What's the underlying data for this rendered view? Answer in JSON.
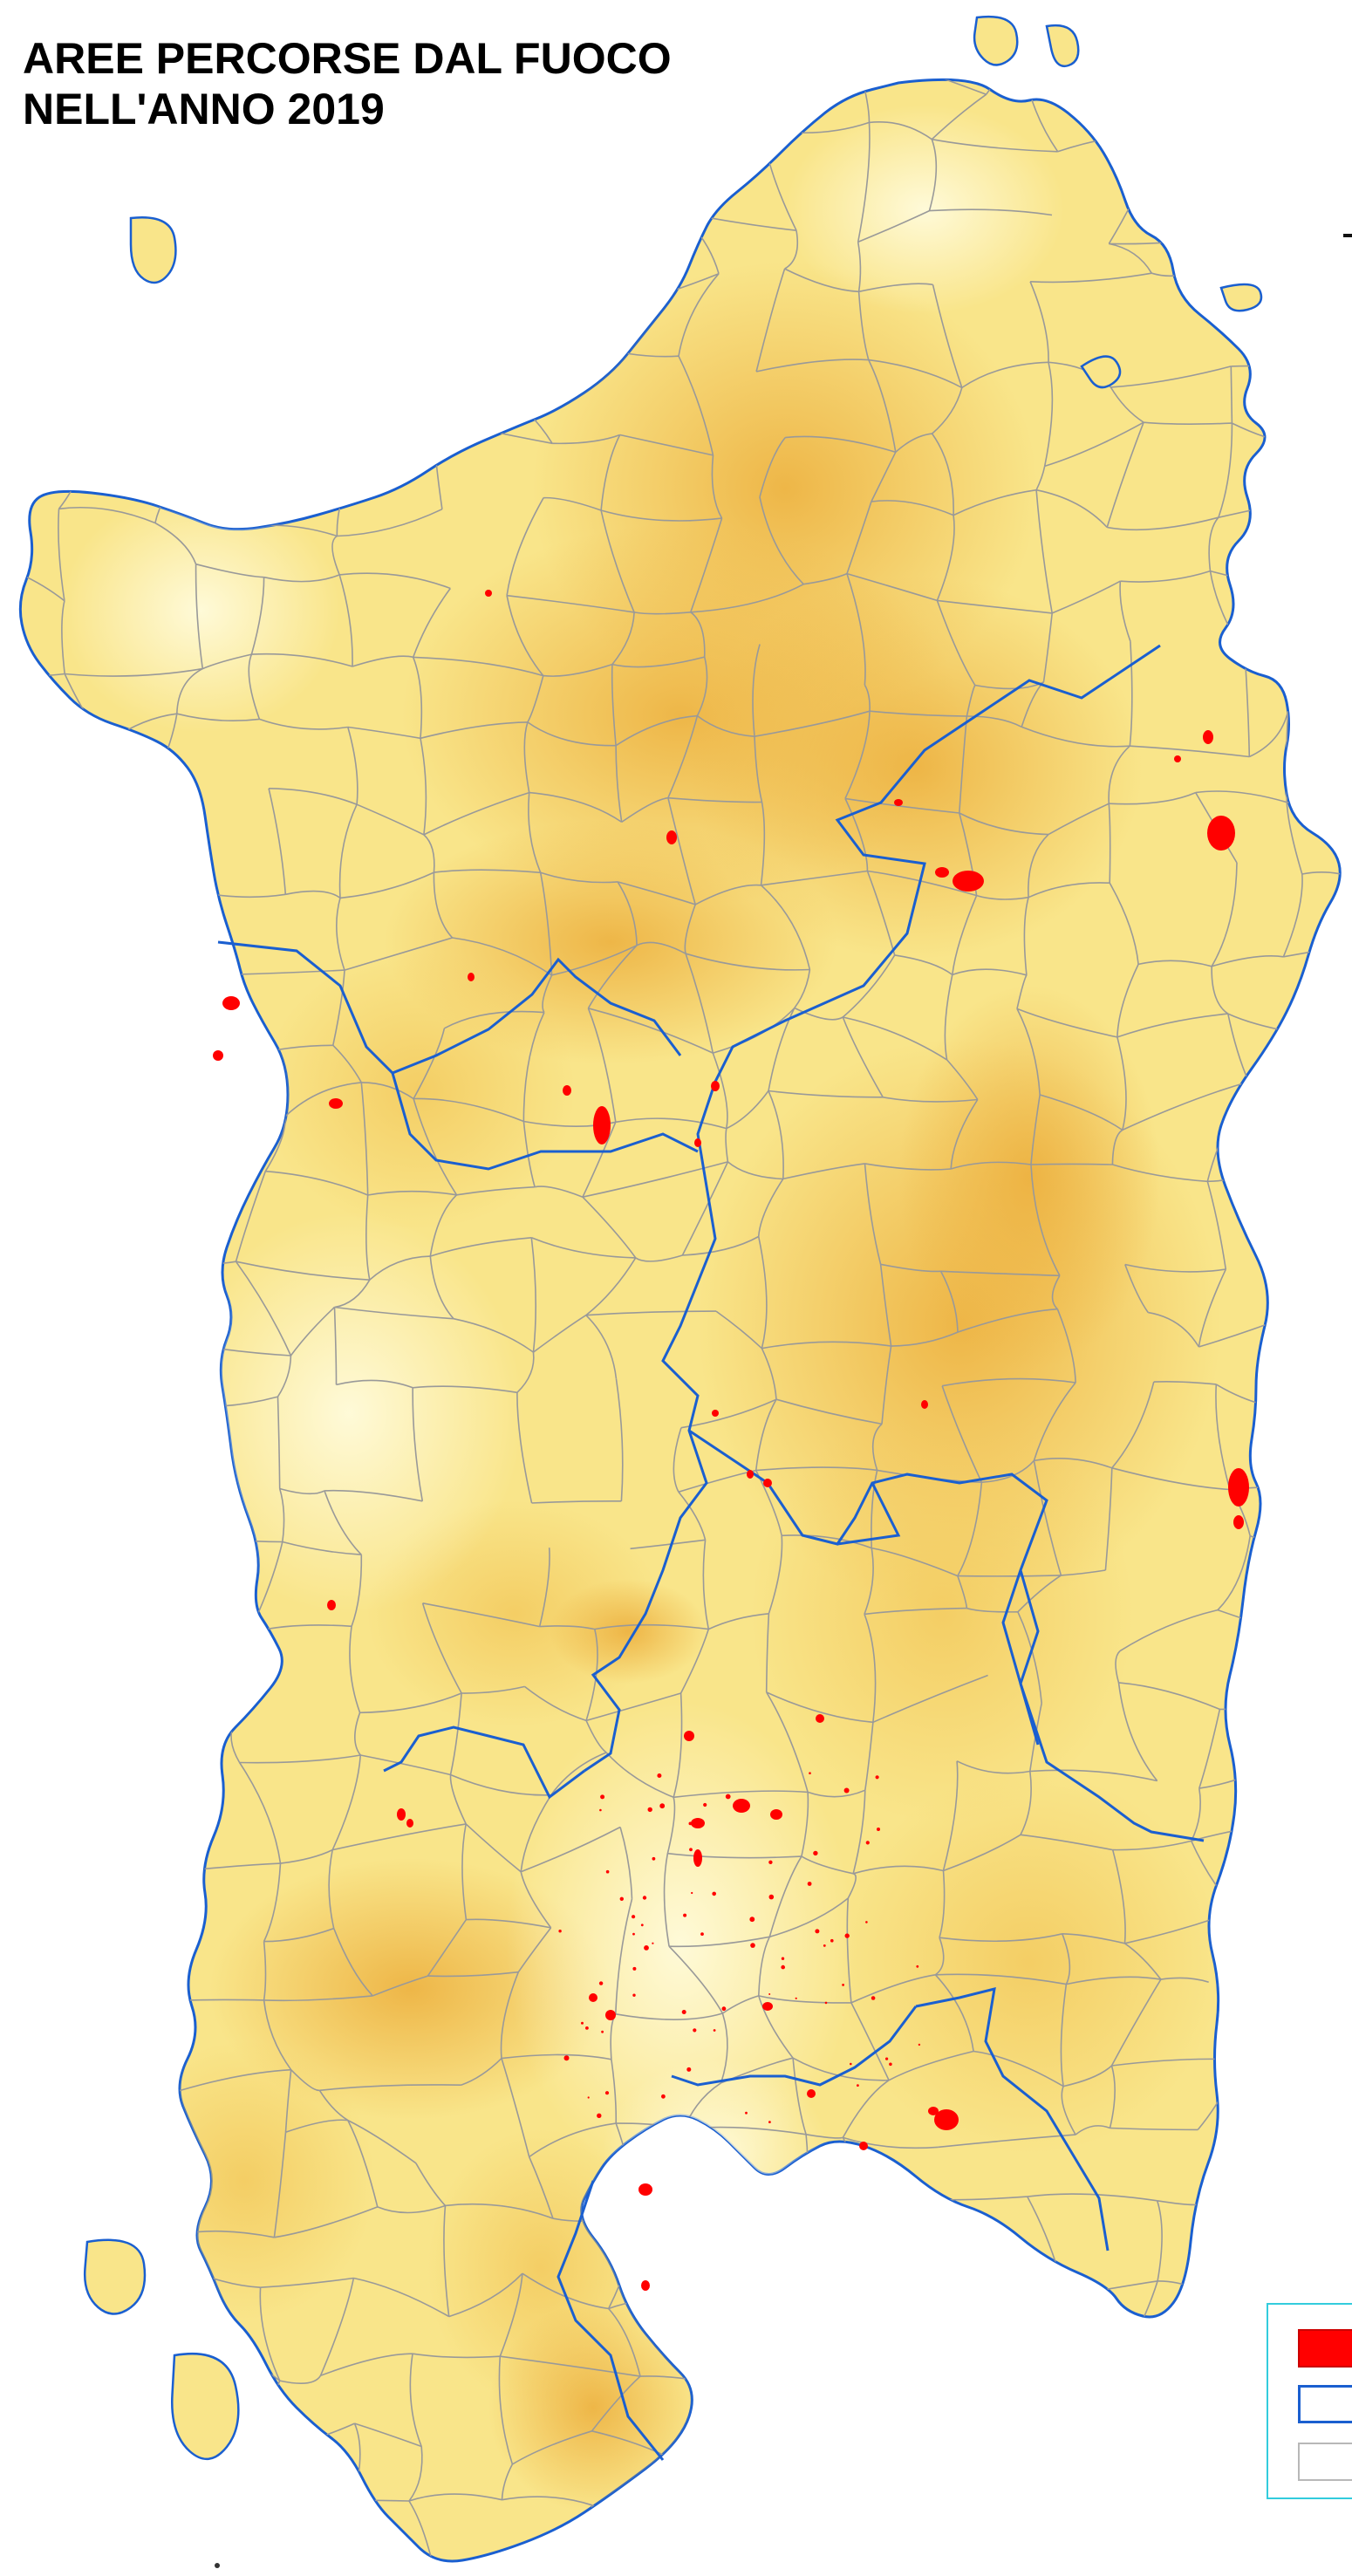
{
  "title": {
    "line1": "AREE PERCORSE DAL FUOCO",
    "line2": "NELL'ANNO 2019"
  },
  "colors": {
    "terrain_low": "#fffbd2",
    "terrain_mid": "#f8e27a",
    "terrain_high": "#ecae3c",
    "burned_area": "#ff0000",
    "province_border": "#1a5fd0",
    "municipal_border": "#999999",
    "legend_frame": "#33ccdd"
  },
  "legend": {
    "items": [
      {
        "symbol": "burned-area-swatch"
      },
      {
        "symbol": "province-border-swatch"
      },
      {
        "symbol": "municipal-border-swatch"
      }
    ]
  }
}
